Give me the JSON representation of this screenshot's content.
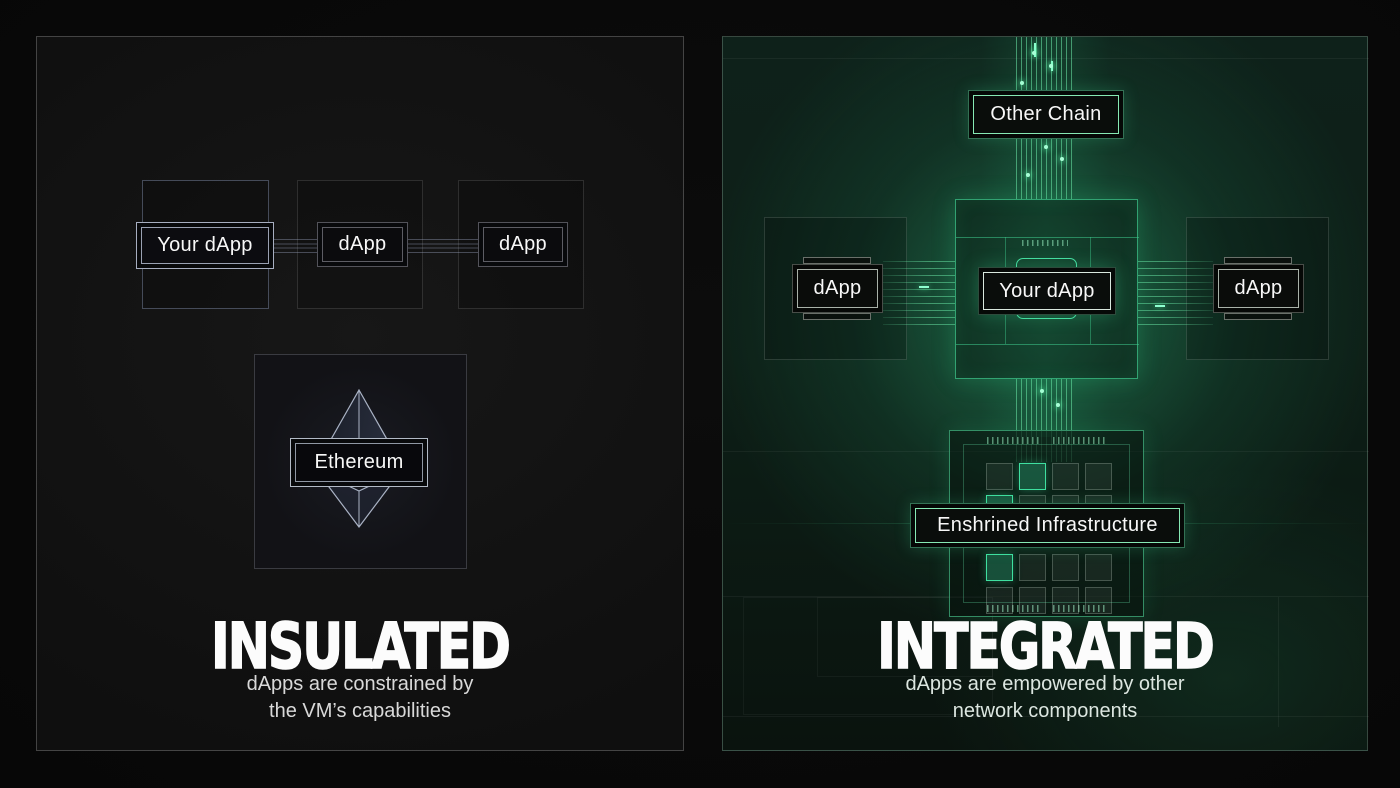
{
  "left_panel": {
    "title": "INSULATED",
    "subtitle_line1": "dApps are constrained by",
    "subtitle_line2": "the VM’s capabilities",
    "boxes": {
      "your_dapp": "Your dApp",
      "dapp_2": "dApp",
      "dapp_3": "dApp",
      "ethereum": "Ethereum"
    }
  },
  "right_panel": {
    "title": "INTEGRATED",
    "subtitle_line1": "dApps are empowered by other",
    "subtitle_line2": "network components",
    "boxes": {
      "other_chain": "Other Chain",
      "dapp_left": "dApp",
      "your_dapp": "Your dApp",
      "dapp_right": "dApp",
      "enshrined_infrastructure": "Enshrined Infrastructure"
    },
    "infra_grid": {
      "rows": 4,
      "cols": 4,
      "col_x": [
        263,
        296,
        329,
        362
      ],
      "row_y": [
        426,
        458,
        517,
        550
      ],
      "green_cells": [
        [
          0,
          1
        ],
        [
          1,
          0
        ],
        [
          2,
          0
        ]
      ]
    }
  },
  "colors": {
    "accent_green": "#3fd79a",
    "bright_mint": "#8fffd0",
    "panel_left_bg": "#131313",
    "panel_right_glow": "#2eb278",
    "label_border_silver": "#a7aec0",
    "label_border_mint": "#86e9b4",
    "headline_text": "#fcfcfc"
  }
}
